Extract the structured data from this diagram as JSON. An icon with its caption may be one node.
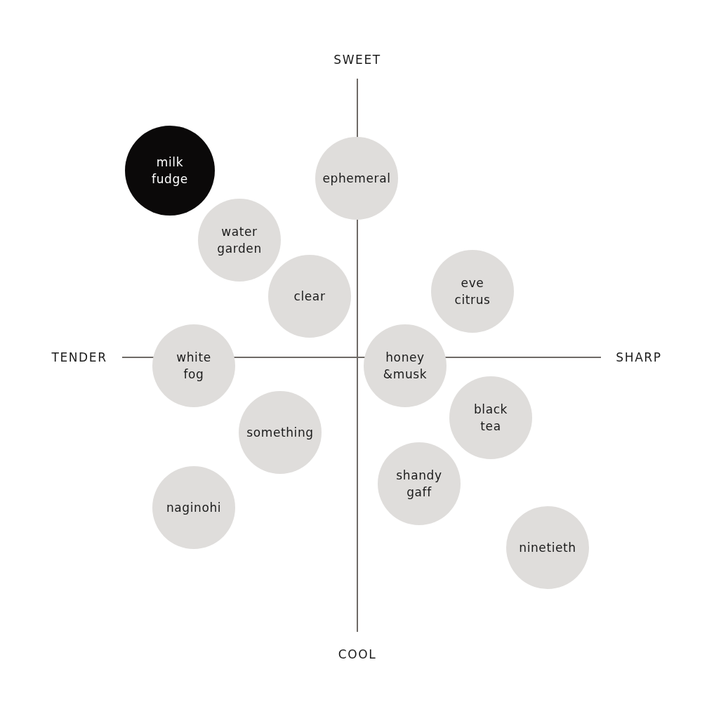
{
  "diagram": {
    "nodes": [
      {
        "text": [
          "milk fudge"
        ]
      },
      {
        "text": [
          "ephemeral"
        ]
      },
      {
        "text": [
          "water garden"
        ]
      },
      {
        "text": [
          "clear"
        ]
      },
      {
        "text": [
          "eve citrus"
        ]
      },
      {
        "text": [
          "white fog"
        ]
      },
      {
        "text": [
          "honey &musk"
        ]
      },
      {
        "text": [
          "black tea"
        ]
      },
      {
        "text": [
          "something"
        ]
      },
      {
        "text": [
          "shandy gaff"
        ]
      },
      {
        "text": [
          "naginohi"
        ]
      },
      {
        "text": [
          "ninetieth"
        ]
      }
    ],
    "labels": [
      "SWEET",
      "TENDER",
      "SHARP",
      "COOL"
    ]
  }
}
